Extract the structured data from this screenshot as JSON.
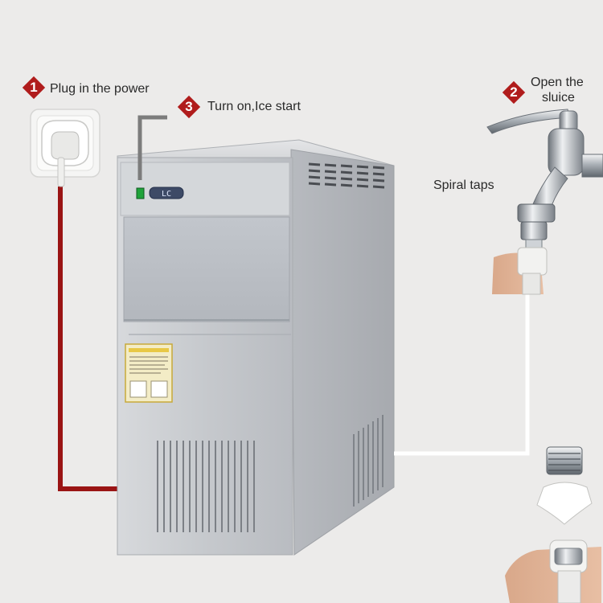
{
  "steps": [
    {
      "number": "1",
      "text": "Plug in the power"
    },
    {
      "number": "2",
      "text_line1": "Open the",
      "text_line2": "sluice"
    },
    {
      "number": "3",
      "text": "Turn on,Ice start"
    }
  ],
  "spiral_label": "Spiral taps",
  "panel_display": "LC",
  "colors": {
    "background": "#ecebea",
    "power_cord": "#9a1414",
    "step_badge": "#b01c1c",
    "water_hose": "#ffffff",
    "machine_body": "#c9ccd0",
    "switch_green": "#1fa33a"
  },
  "icons": [
    "wall-socket-icon",
    "faucet-icon",
    "hose-connector-icon",
    "ice-machine-icon"
  ]
}
